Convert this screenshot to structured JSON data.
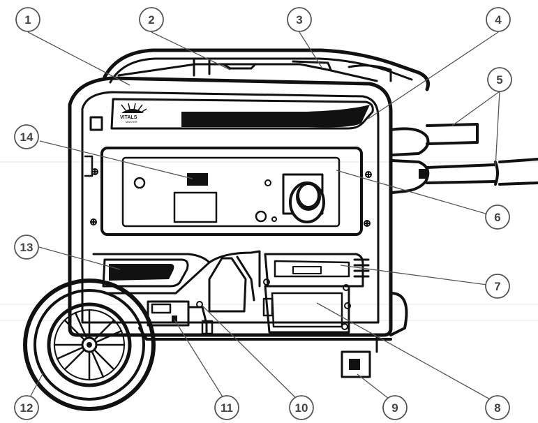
{
  "diagram": {
    "brand": {
      "logo": "VITALS",
      "subtitle": "MASTER"
    },
    "callouts": [
      "1",
      "2",
      "3",
      "4",
      "5",
      "6",
      "7",
      "8",
      "9",
      "10",
      "11",
      "12",
      "13",
      "14"
    ],
    "colors": {
      "line": "#111111",
      "callout": "#555555",
      "background": "#ffffff"
    }
  }
}
